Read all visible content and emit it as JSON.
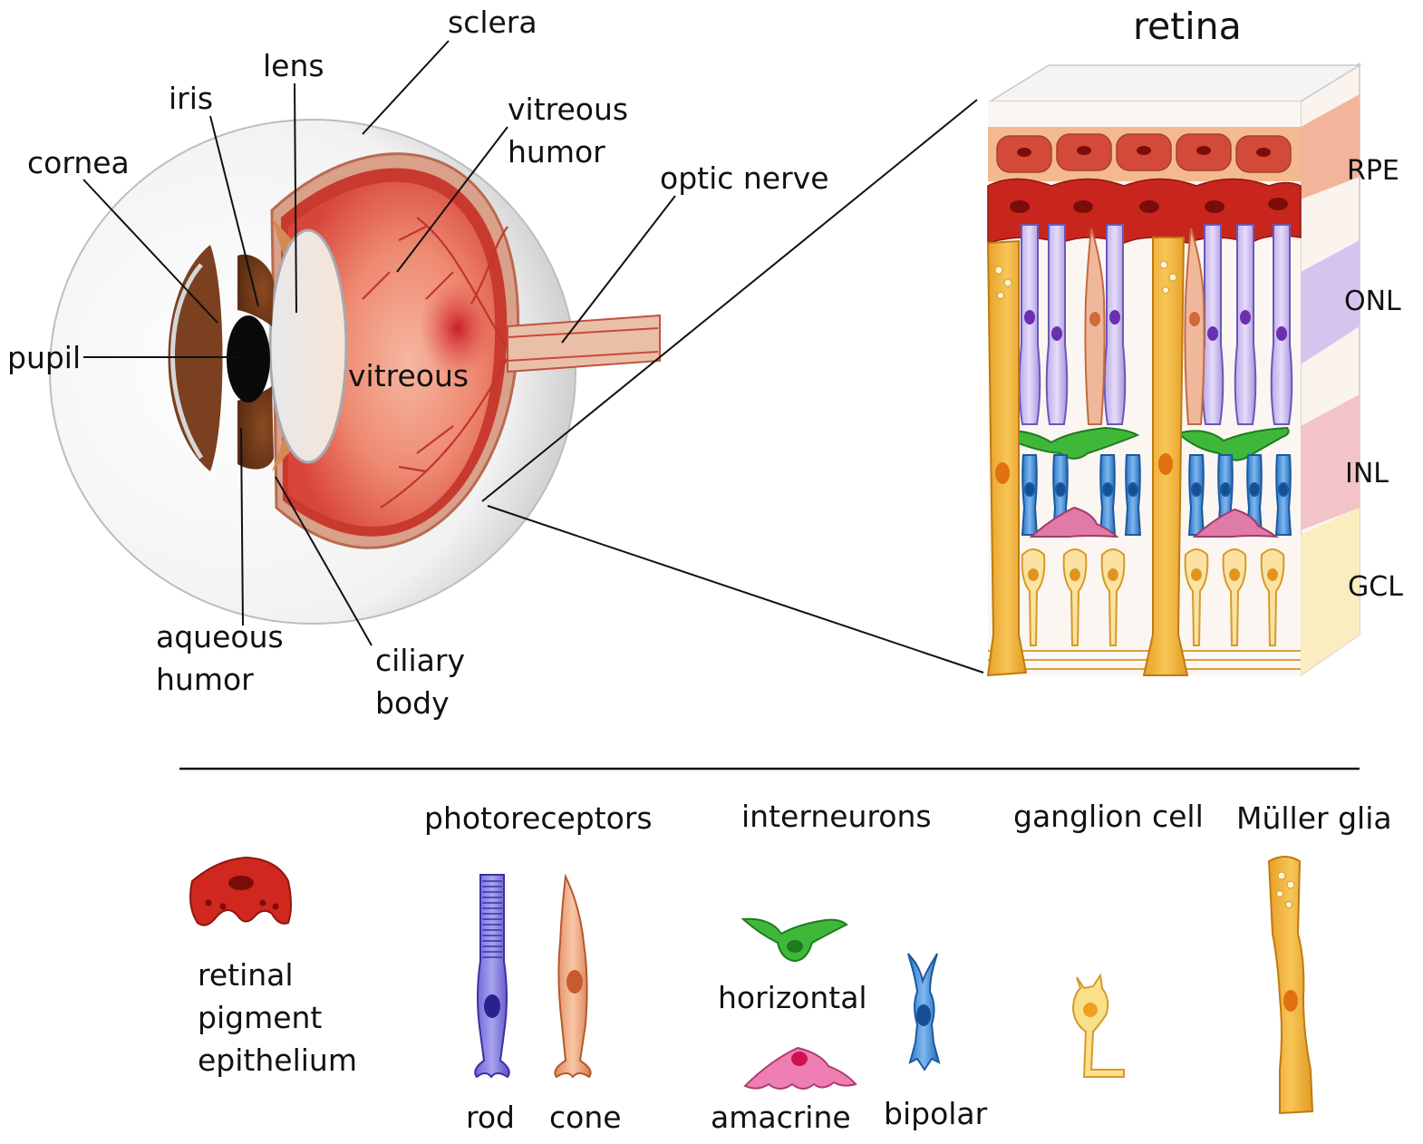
{
  "eye_labels": {
    "sclera": "sclera",
    "lens": "lens",
    "iris": "iris",
    "cornea": "cornea",
    "vitreous_humor": "vitreous\nhumor",
    "optic_nerve": "optic nerve",
    "pupil": "pupil",
    "vitreous": "vitreous",
    "aqueous_humor": "aqueous\nhumor",
    "ciliary_body": "ciliary\nbody"
  },
  "retina": {
    "title": "retina",
    "layers": [
      "RPE",
      "ONL",
      "INL",
      "GCL"
    ]
  },
  "legend": {
    "groups": {
      "photoreceptors": "photoreceptors",
      "interneurons": "interneurons",
      "ganglion": "ganglion cell",
      "muller": "Müller glia"
    },
    "cells": {
      "rpe": "retinal\npigment\nepithelium",
      "rod": "rod",
      "cone": "cone",
      "horizontal": "horizontal",
      "amacrine": "amacrine",
      "bipolar": "bipolar"
    }
  },
  "colors": {
    "rpe": "#c8261c",
    "rod": "#5a55c8",
    "cone": "#e58a5a",
    "horizontal": "#3fb83a",
    "amacrine": "#e0508a",
    "bipolar": "#2f7fd0",
    "ganglion": "#f2b33a",
    "muller": "#f0a020",
    "vitreous": "#e8584a"
  },
  "icons": [
    "eye-cross-section",
    "retina-block",
    "rpe-cell-icon",
    "rod-cell-icon",
    "cone-cell-icon",
    "horizontal-cell-icon",
    "amacrine-cell-icon",
    "bipolar-cell-icon",
    "ganglion-cell-icon",
    "muller-glia-icon"
  ]
}
